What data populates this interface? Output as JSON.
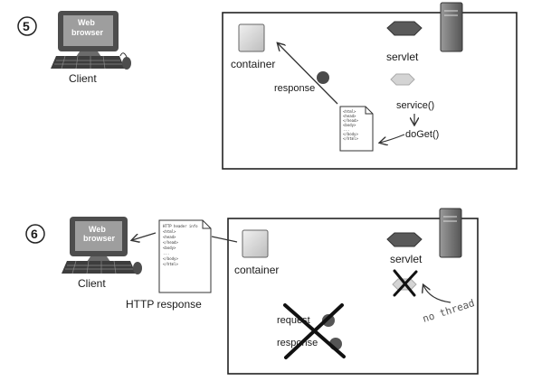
{
  "step5": {
    "number": "5",
    "monitor_text_line1": "Web",
    "monitor_text_line2": "browser",
    "client_label": "Client",
    "container_label": "container",
    "servlet_label": "servlet",
    "response_label": "response",
    "service_label": "service()",
    "doget_label": "doGet()",
    "doc_lines": [
      "<html>",
      "<head>",
      "</head>",
      "<body>",
      "...",
      "</body>",
      "</html>"
    ]
  },
  "step6": {
    "number": "6",
    "monitor_text_line1": "Web",
    "monitor_text_line2": "browser",
    "client_label": "Client",
    "container_label": "container",
    "servlet_label": "servlet",
    "http_response_label": "HTTP response",
    "request_label": "request",
    "response_label": "response",
    "no_thread_label": "no thread",
    "doc_lines": [
      "HTTP header info",
      "<html>",
      "<head>",
      "</head>",
      "<body>",
      "...",
      "</body>",
      "</html>"
    ]
  },
  "colors": {
    "ink": "#1a1a1a",
    "box_gray": "#d9d9d9",
    "dark_gray": "#5a5a5a",
    "server": "#7d7d7d"
  }
}
